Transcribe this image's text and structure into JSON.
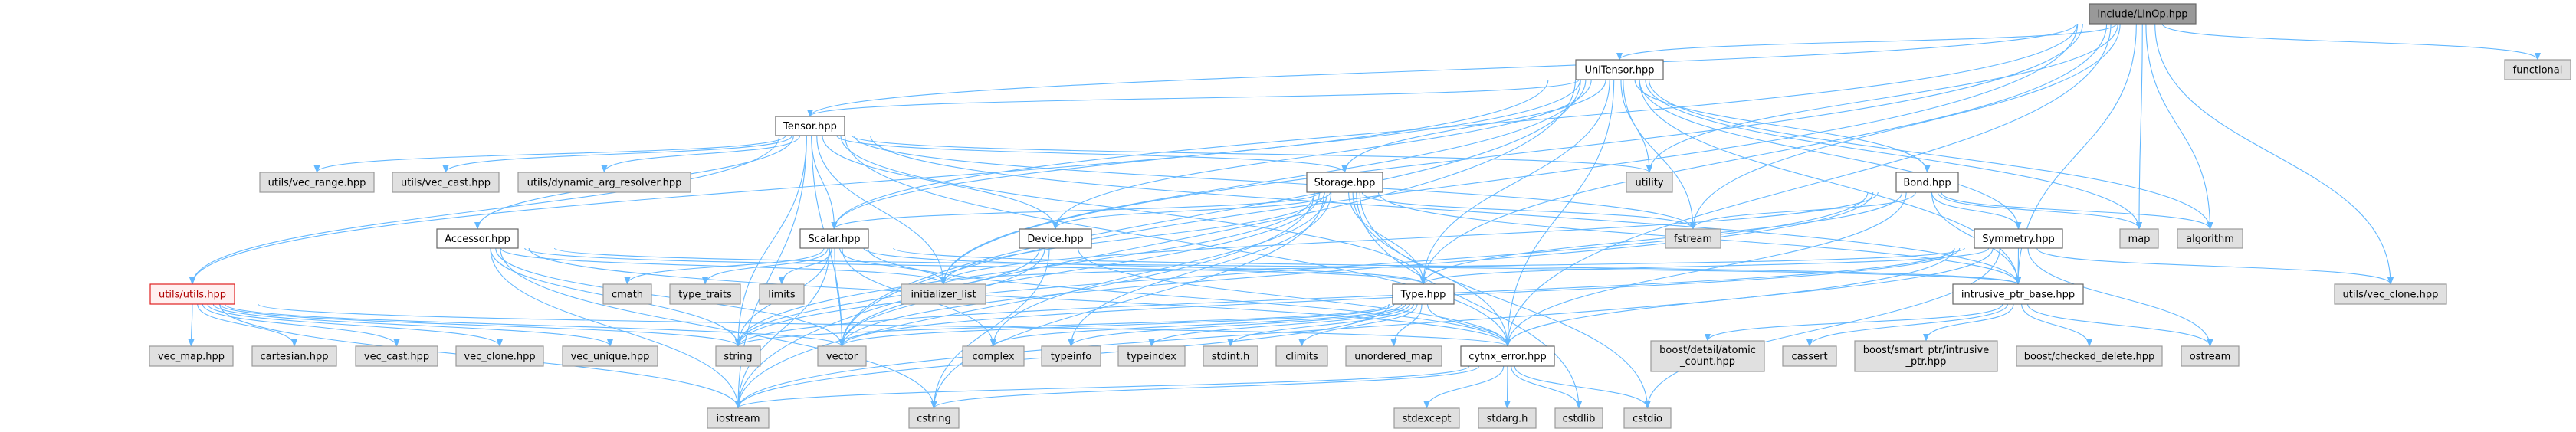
{
  "title": "include/LinOp.hpp",
  "colors": {
    "edge": "#63b8ff",
    "root_fill": "#999999",
    "ext_fill": "#e0e0e0",
    "error_border": "#e02020"
  },
  "nodes": [
    {
      "id": "linop",
      "label": "include/LinOp.hpp",
      "kind": "root"
    },
    {
      "id": "unitensor",
      "label": "UniTensor.hpp",
      "kind": "main"
    },
    {
      "id": "functional",
      "label": "functional",
      "kind": "ext"
    },
    {
      "id": "tensor",
      "label": "Tensor.hpp",
      "kind": "main"
    },
    {
      "id": "vec_range",
      "label": "utils/vec_range.hpp",
      "kind": "ext"
    },
    {
      "id": "u_vec_cast",
      "label": "utils/vec_cast.hpp",
      "kind": "ext"
    },
    {
      "id": "dyn",
      "label": "utils/dynamic_arg_resolver.hpp",
      "kind": "ext"
    },
    {
      "id": "storage",
      "label": "Storage.hpp",
      "kind": "main"
    },
    {
      "id": "utility",
      "label": "utility",
      "kind": "ext"
    },
    {
      "id": "bond",
      "label": "Bond.hpp",
      "kind": "main"
    },
    {
      "id": "accessor",
      "label": "Accessor.hpp",
      "kind": "main"
    },
    {
      "id": "scalar",
      "label": "Scalar.hpp",
      "kind": "main"
    },
    {
      "id": "device",
      "label": "Device.hpp",
      "kind": "main"
    },
    {
      "id": "fstream",
      "label": "fstream",
      "kind": "ext"
    },
    {
      "id": "symmetry",
      "label": "Symmetry.hpp",
      "kind": "main"
    },
    {
      "id": "map",
      "label": "map",
      "kind": "ext"
    },
    {
      "id": "algorithm",
      "label": "algorithm",
      "kind": "ext"
    },
    {
      "id": "utils",
      "label": "utils/utils.hpp",
      "kind": "red"
    },
    {
      "id": "cmath",
      "label": "cmath",
      "kind": "ext"
    },
    {
      "id": "type_traits",
      "label": "type_traits",
      "kind": "ext"
    },
    {
      "id": "limits",
      "label": "limits",
      "kind": "ext"
    },
    {
      "id": "init_list",
      "label": "initializer_list",
      "kind": "ext"
    },
    {
      "id": "type",
      "label": "Type.hpp",
      "kind": "main"
    },
    {
      "id": "intrusive",
      "label": "intrusive_ptr_base.hpp",
      "kind": "main"
    },
    {
      "id": "u_vec_clone",
      "label": "utils/vec_clone.hpp",
      "kind": "ext"
    },
    {
      "id": "vec_map",
      "label": "vec_map.hpp",
      "kind": "ext"
    },
    {
      "id": "cartesian",
      "label": "cartesian.hpp",
      "kind": "ext"
    },
    {
      "id": "vec_cast",
      "label": "vec_cast.hpp",
      "kind": "ext"
    },
    {
      "id": "vec_clone",
      "label": "vec_clone.hpp",
      "kind": "ext"
    },
    {
      "id": "vec_unique",
      "label": "vec_unique.hpp",
      "kind": "ext"
    },
    {
      "id": "string",
      "label": "string",
      "kind": "ext"
    },
    {
      "id": "vector",
      "label": "vector",
      "kind": "ext"
    },
    {
      "id": "complex",
      "label": "complex",
      "kind": "ext"
    },
    {
      "id": "typeinfo",
      "label": "typeinfo",
      "kind": "ext"
    },
    {
      "id": "typeindex",
      "label": "typeindex",
      "kind": "ext"
    },
    {
      "id": "stdint",
      "label": "stdint.h",
      "kind": "ext"
    },
    {
      "id": "climits",
      "label": "climits",
      "kind": "ext"
    },
    {
      "id": "unordered_map",
      "label": "unordered_map",
      "kind": "ext"
    },
    {
      "id": "cytnx_error",
      "label": "cytnx_error.hpp",
      "kind": "main"
    },
    {
      "id": "atomic",
      "label": "boost/detail/atomic_count.hpp",
      "lines": [
        "boost/detail/atomic",
        "_count.hpp"
      ],
      "kind": "ext"
    },
    {
      "id": "cassert",
      "label": "cassert",
      "kind": "ext"
    },
    {
      "id": "boost_intr",
      "label": "boost/smart_ptr/intrusive_ptr.hpp",
      "lines": [
        "boost/smart_ptr/intrusive",
        "_ptr.hpp"
      ],
      "kind": "ext"
    },
    {
      "id": "checked_delete",
      "label": "boost/checked_delete.hpp",
      "kind": "ext"
    },
    {
      "id": "ostream",
      "label": "ostream",
      "kind": "ext"
    },
    {
      "id": "iostream",
      "label": "iostream",
      "kind": "ext"
    },
    {
      "id": "cstring",
      "label": "cstring",
      "kind": "ext"
    },
    {
      "id": "stdexcept",
      "label": "stdexcept",
      "kind": "ext"
    },
    {
      "id": "stdarg",
      "label": "stdarg.h",
      "kind": "ext"
    },
    {
      "id": "cstdlib",
      "label": "cstdlib",
      "kind": "ext"
    },
    {
      "id": "cstdio",
      "label": "cstdio",
      "kind": "ext"
    }
  ],
  "edges": [
    [
      "linop",
      "unitensor"
    ],
    [
      "linop",
      "tensor"
    ],
    [
      "linop",
      "type"
    ],
    [
      "linop",
      "cytnx_error"
    ],
    [
      "linop",
      "u_vec_clone"
    ],
    [
      "linop",
      "intrusive"
    ],
    [
      "linop",
      "fstream"
    ],
    [
      "linop",
      "utility"
    ],
    [
      "linop",
      "map"
    ],
    [
      "linop",
      "algorithm"
    ],
    [
      "linop",
      "functional"
    ],
    [
      "linop",
      "vector"
    ],
    [
      "linop",
      "scalar"
    ],
    [
      "linop",
      "init_list"
    ],
    [
      "unitensor",
      "tensor"
    ],
    [
      "unitensor",
      "storage"
    ],
    [
      "unitensor",
      "device"
    ],
    [
      "unitensor",
      "scalar"
    ],
    [
      "unitensor",
      "type"
    ],
    [
      "unitensor",
      "cytnx_error"
    ],
    [
      "unitensor",
      "bond"
    ],
    [
      "unitensor",
      "symmetry"
    ],
    [
      "unitensor",
      "intrusive"
    ],
    [
      "unitensor",
      "utility"
    ],
    [
      "unitensor",
      "fstream"
    ],
    [
      "unitensor",
      "map"
    ],
    [
      "unitensor",
      "algorithm"
    ],
    [
      "unitensor",
      "init_list"
    ],
    [
      "unitensor",
      "vector"
    ],
    [
      "unitensor",
      "utils"
    ],
    [
      "unitensor",
      "iostream"
    ],
    [
      "tensor",
      "vec_range"
    ],
    [
      "tensor",
      "u_vec_cast"
    ],
    [
      "tensor",
      "dyn"
    ],
    [
      "tensor",
      "accessor"
    ],
    [
      "tensor",
      "scalar"
    ],
    [
      "tensor",
      "storage"
    ],
    [
      "tensor",
      "device"
    ],
    [
      "tensor",
      "type"
    ],
    [
      "tensor",
      "cytnx_error"
    ],
    [
      "tensor",
      "intrusive"
    ],
    [
      "tensor",
      "utility"
    ],
    [
      "tensor",
      "fstream"
    ],
    [
      "tensor",
      "init_list"
    ],
    [
      "tensor",
      "vector"
    ],
    [
      "tensor",
      "iostream"
    ],
    [
      "tensor",
      "string"
    ],
    [
      "tensor",
      "utils"
    ],
    [
      "storage",
      "device"
    ],
    [
      "storage",
      "scalar"
    ],
    [
      "storage",
      "type"
    ],
    [
      "storage",
      "cytnx_error"
    ],
    [
      "storage",
      "intrusive"
    ],
    [
      "storage",
      "fstream"
    ],
    [
      "storage",
      "init_list"
    ],
    [
      "storage",
      "vector"
    ],
    [
      "storage",
      "iostream"
    ],
    [
      "storage",
      "complex"
    ],
    [
      "storage",
      "typeinfo"
    ],
    [
      "storage",
      "cstring"
    ],
    [
      "storage",
      "cstdlib"
    ],
    [
      "storage",
      "cstdio"
    ],
    [
      "storage",
      "string"
    ],
    [
      "accessor",
      "type"
    ],
    [
      "accessor",
      "cytnx_error"
    ],
    [
      "accessor",
      "intrusive"
    ],
    [
      "accessor",
      "init_list"
    ],
    [
      "accessor",
      "vector"
    ],
    [
      "accessor",
      "string"
    ],
    [
      "accessor",
      "iostream"
    ],
    [
      "accessor",
      "cstring"
    ],
    [
      "scalar",
      "type"
    ],
    [
      "scalar",
      "cytnx_error"
    ],
    [
      "scalar",
      "intrusive"
    ],
    [
      "scalar",
      "init_list"
    ],
    [
      "scalar",
      "vector"
    ],
    [
      "scalar",
      "string"
    ],
    [
      "scalar",
      "iostream"
    ],
    [
      "scalar",
      "cmath"
    ],
    [
      "scalar",
      "type_traits"
    ],
    [
      "scalar",
      "limits"
    ],
    [
      "scalar",
      "complex"
    ],
    [
      "device",
      "cytnx_error"
    ],
    [
      "device",
      "vector"
    ],
    [
      "device",
      "string"
    ],
    [
      "device",
      "cstring"
    ],
    [
      "utils",
      "vec_map"
    ],
    [
      "utils",
      "cartesian"
    ],
    [
      "utils",
      "vec_cast"
    ],
    [
      "utils",
      "vec_clone"
    ],
    [
      "utils",
      "vec_unique"
    ],
    [
      "utils",
      "string"
    ],
    [
      "utils",
      "vector"
    ],
    [
      "utils",
      "iostream"
    ],
    [
      "utils",
      "cytnx_error"
    ],
    [
      "type",
      "complex"
    ],
    [
      "type",
      "typeinfo"
    ],
    [
      "type",
      "typeindex"
    ],
    [
      "type",
      "stdint"
    ],
    [
      "type",
      "climits"
    ],
    [
      "type",
      "unordered_map"
    ],
    [
      "type",
      "cytnx_error"
    ],
    [
      "type",
      "vector"
    ],
    [
      "type",
      "string"
    ],
    [
      "type",
      "iostream"
    ],
    [
      "cytnx_error",
      "stdexcept"
    ],
    [
      "cytnx_error",
      "stdarg"
    ],
    [
      "cytnx_error",
      "cstdlib"
    ],
    [
      "cytnx_error",
      "cstdio"
    ],
    [
      "cytnx_error",
      "iostream"
    ],
    [
      "cytnx_error",
      "cstring"
    ],
    [
      "bond",
      "type"
    ],
    [
      "bond",
      "cytnx_error"
    ],
    [
      "bond",
      "symmetry"
    ],
    [
      "bond",
      "intrusive"
    ],
    [
      "bond",
      "map"
    ],
    [
      "bond",
      "algorithm"
    ],
    [
      "bond",
      "fstream"
    ],
    [
      "bond",
      "init_list"
    ],
    [
      "bond",
      "vector"
    ],
    [
      "bond",
      "string"
    ],
    [
      "symmetry",
      "type"
    ],
    [
      "symmetry",
      "cytnx_error"
    ],
    [
      "symmetry",
      "intrusive"
    ],
    [
      "symmetry",
      "u_vec_clone"
    ],
    [
      "symmetry",
      "ostream"
    ],
    [
      "symmetry",
      "cstdio"
    ],
    [
      "symmetry",
      "iostream"
    ],
    [
      "symmetry",
      "vector"
    ],
    [
      "symmetry",
      "string"
    ],
    [
      "symmetry",
      "init_list"
    ],
    [
      "intrusive",
      "atomic"
    ],
    [
      "intrusive",
      "cassert"
    ],
    [
      "intrusive",
      "boost_intr"
    ],
    [
      "intrusive",
      "checked_delete"
    ],
    [
      "intrusive",
      "ostream"
    ]
  ]
}
